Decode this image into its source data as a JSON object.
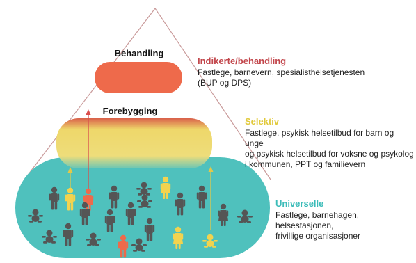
{
  "tiers": [
    {
      "heading": "Behandling",
      "title": "Indikerte/behandling",
      "title_color": "#c2464b",
      "fill": "#ee6a4b",
      "text_lines": [
        "Fastlege, barnevern, spesialisthelsetjenesten",
        "(BUP og DPS)"
      ]
    },
    {
      "heading": "Forebygging",
      "title": "Selektiv",
      "title_color": "#e1c93a",
      "fill": "#eedb79",
      "text_lines": [
        "Fastlege, psykisk helsetilbud for barn og unge",
        "og psykisk helsetilbud for voksne og psykolog",
        "i kommunen, PPT og familievern"
      ]
    },
    {
      "heading": "",
      "title": "Universelle",
      "title_color": "#3bbcb9",
      "fill": "#4fc1bd",
      "text_lines": [
        "Fastlege, barnehagen, helsestasjonen,",
        "frivillige organisasjoner"
      ]
    }
  ],
  "colors": {
    "triangle_line": "#c99a9a",
    "arrow_red": "#d94d4d",
    "arrow_yellow": "#e2c84a",
    "person_gray": "#555555",
    "person_yellow": "#f2d34f",
    "person_orange": "#ee6a4b"
  }
}
